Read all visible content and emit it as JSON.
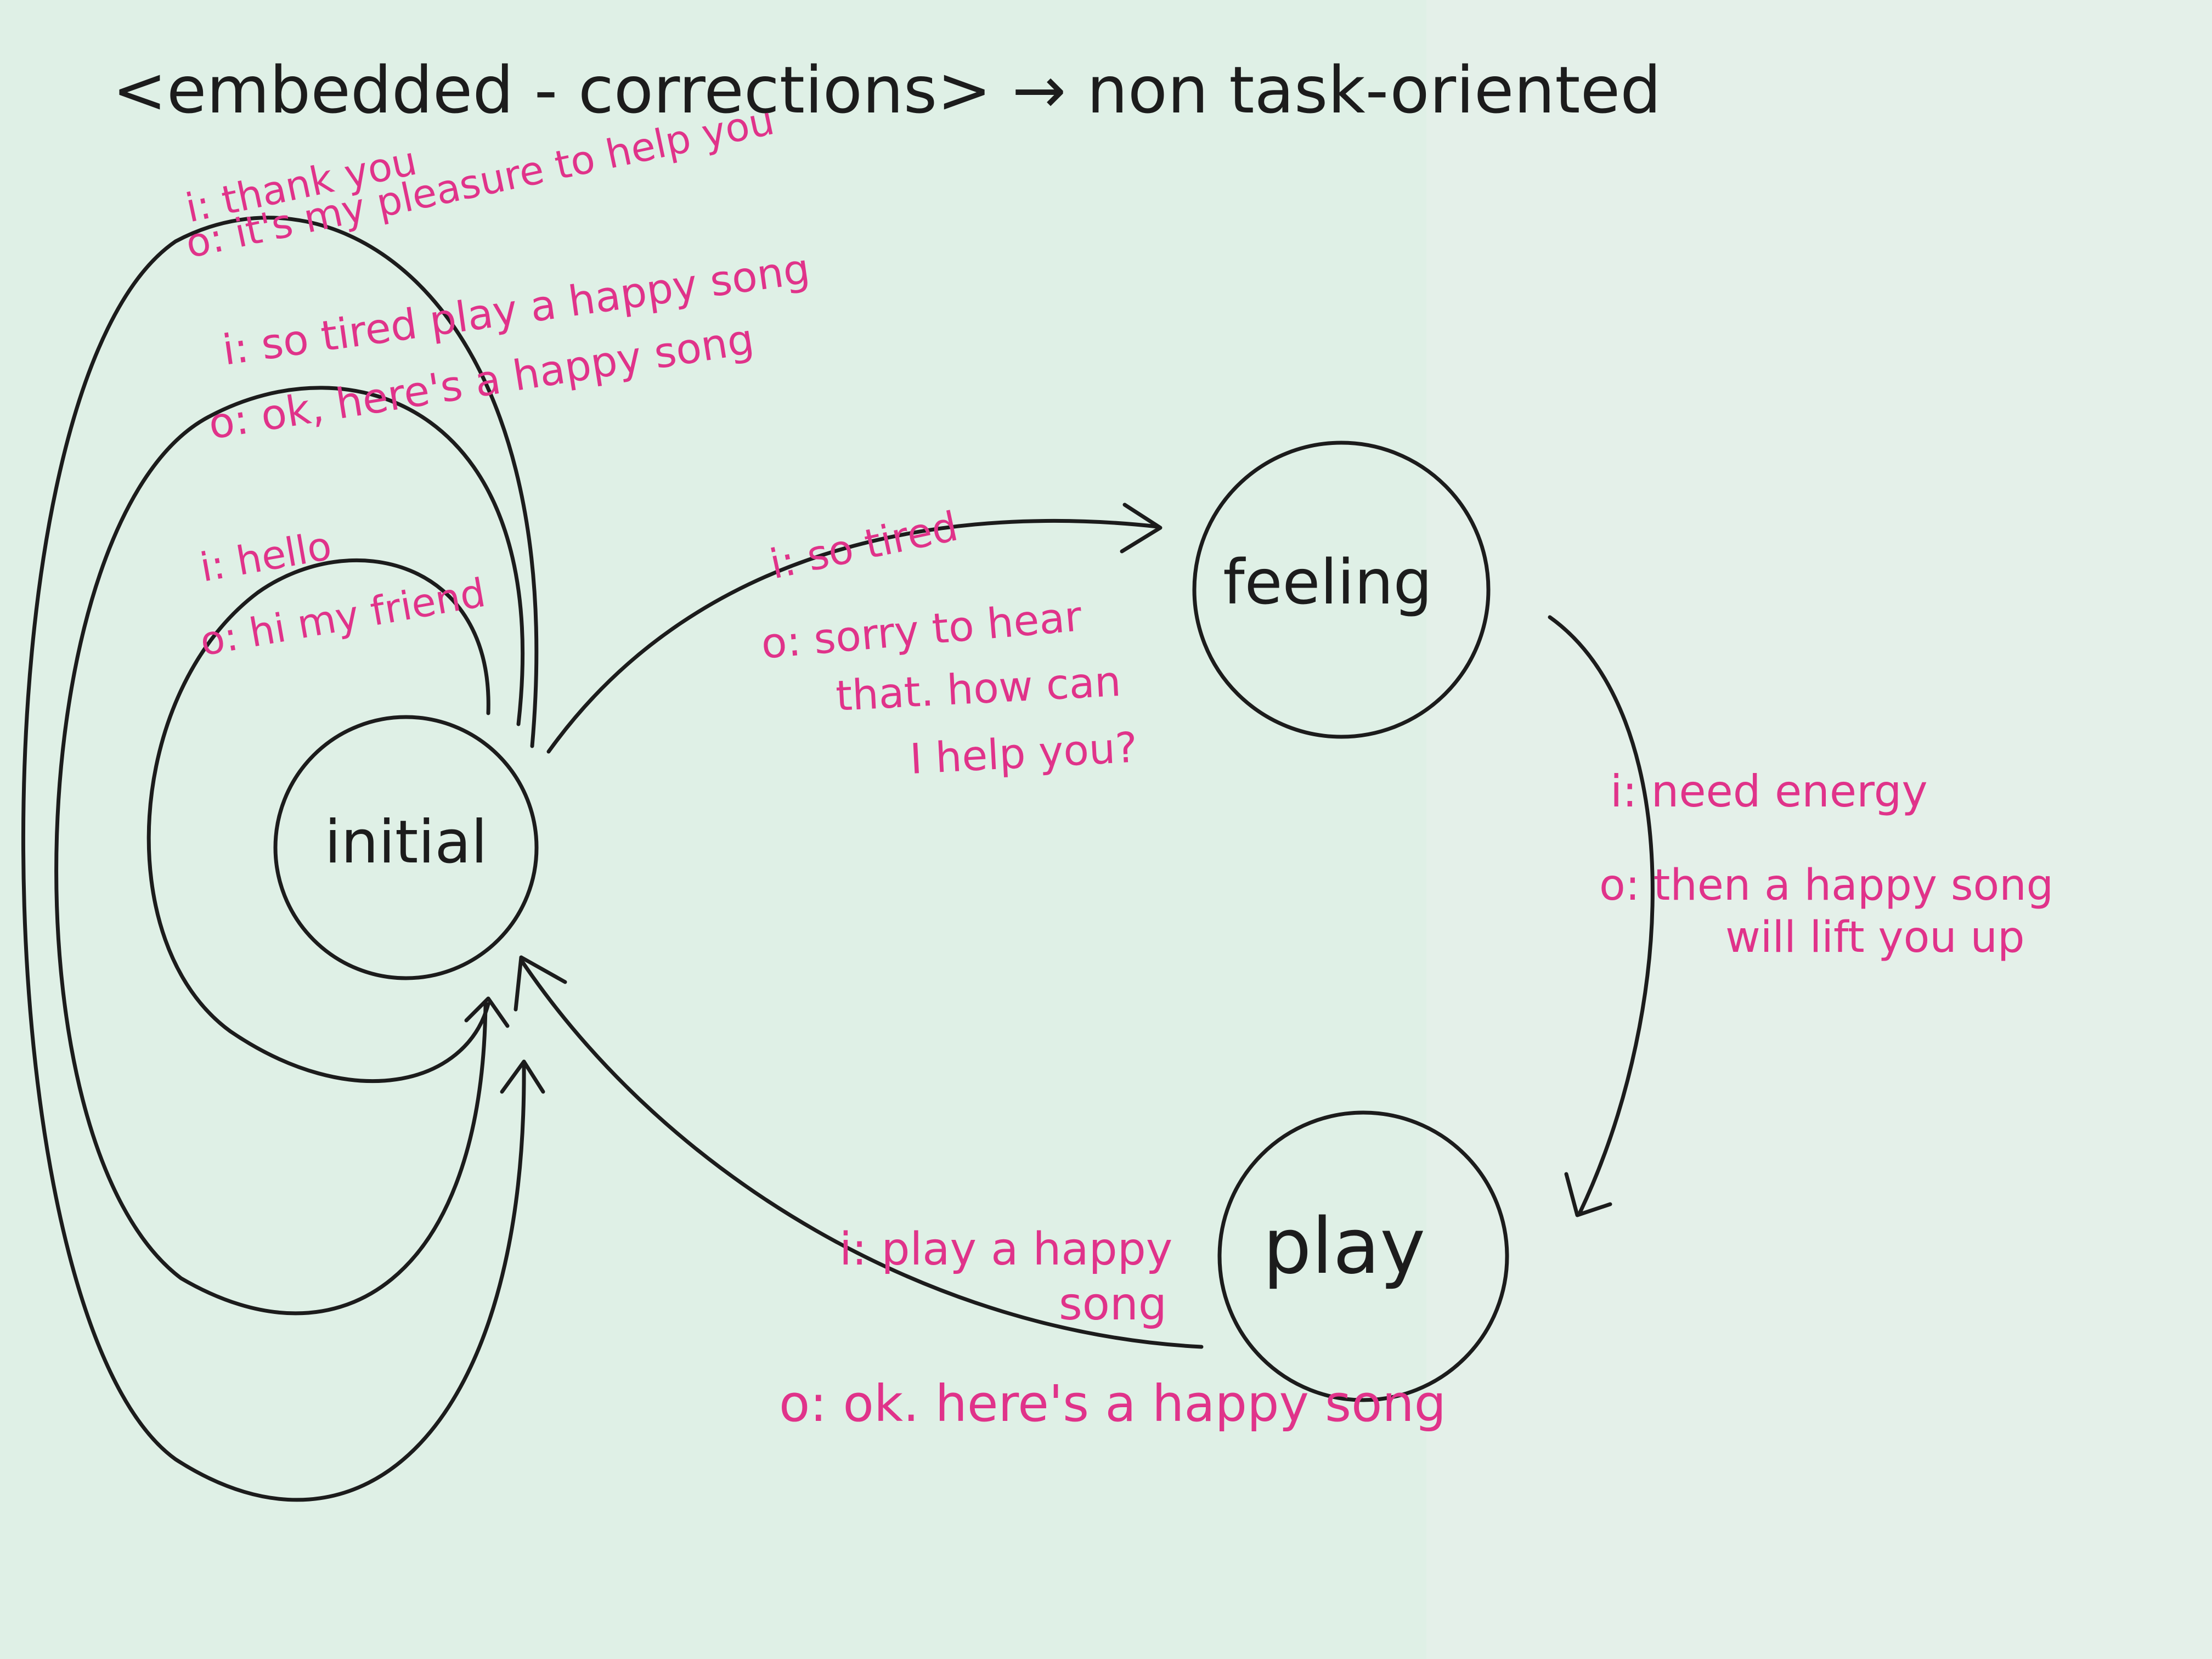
{
  "heading": {
    "title": "<embedded - corrections> → non task-oriented"
  },
  "colors": {
    "paper": "#dff0e6",
    "ink": "#1c1c1c",
    "marker": "#e0338a"
  },
  "states": {
    "initial": "initial",
    "feeling": "feeling",
    "play": "play"
  },
  "transitions": {
    "thanks": {
      "input": "i: thank you",
      "output": "o: it's my pleasure to help you"
    },
    "tired_play": {
      "input": "i: so tired play a happy song",
      "output": "o: ok, here's a happy song"
    },
    "hello": {
      "input": "i: hello",
      "output": "o: hi my friend"
    },
    "to_feeling": {
      "input": "i: so tired",
      "output_line1": "o: sorry to hear",
      "output_line2": "that. how can",
      "output_line3": "I help you?"
    },
    "to_play": {
      "input": "i: need energy",
      "output_line1": "o: then a happy song",
      "output_line2": "will lift you up"
    },
    "back_to_initial": {
      "input_line1": "i: play a happy",
      "input_line2": "song",
      "output": "o: ok. here's a happy song"
    }
  }
}
